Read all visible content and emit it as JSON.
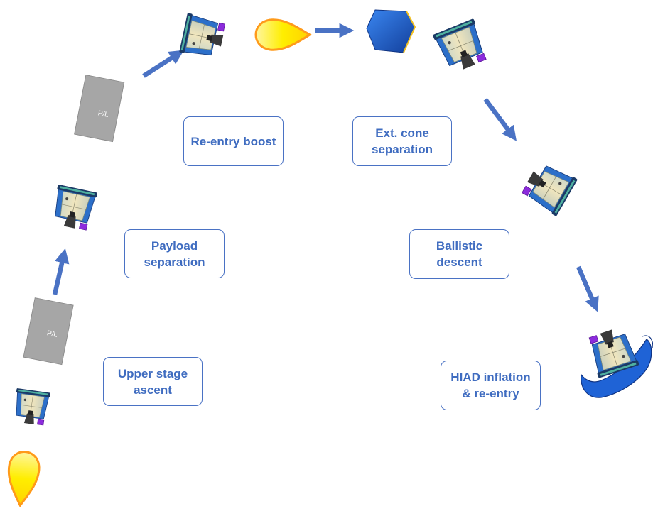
{
  "diagram": {
    "stages": [
      {
        "id": "upper-stage-ascent",
        "lines": [
          "Upper stage",
          "ascent"
        ]
      },
      {
        "id": "payload-separation",
        "lines": [
          "Payload",
          "separation"
        ]
      },
      {
        "id": "re-entry-boost",
        "lines": [
          "Re-entry boost"
        ]
      },
      {
        "id": "ext-cone-separation",
        "lines": [
          "Ext. cone",
          "separation"
        ]
      },
      {
        "id": "ballistic-descent",
        "lines": [
          "Ballistic",
          "descent"
        ]
      },
      {
        "id": "hiad-inflation-re-entry",
        "lines": [
          "HIAD inflation",
          "& re-entry"
        ]
      }
    ],
    "payload_label": "P/L",
    "colors": {
      "arrow": "#4a72c4",
      "label_text": "#3f6cc0",
      "label_border": "#4a72c4",
      "payload_box": "#a6a6a6",
      "capsule_body": "#e8dcaf",
      "capsule_shell": "#2c6fc9",
      "nozzle": "#333333",
      "thruster": "#8c2bdc",
      "flame_fill": "#ffee00",
      "flame_edge": "#ff9a1a",
      "ext_cone": "#1f63d6",
      "hiad": "#1f63d6"
    }
  }
}
